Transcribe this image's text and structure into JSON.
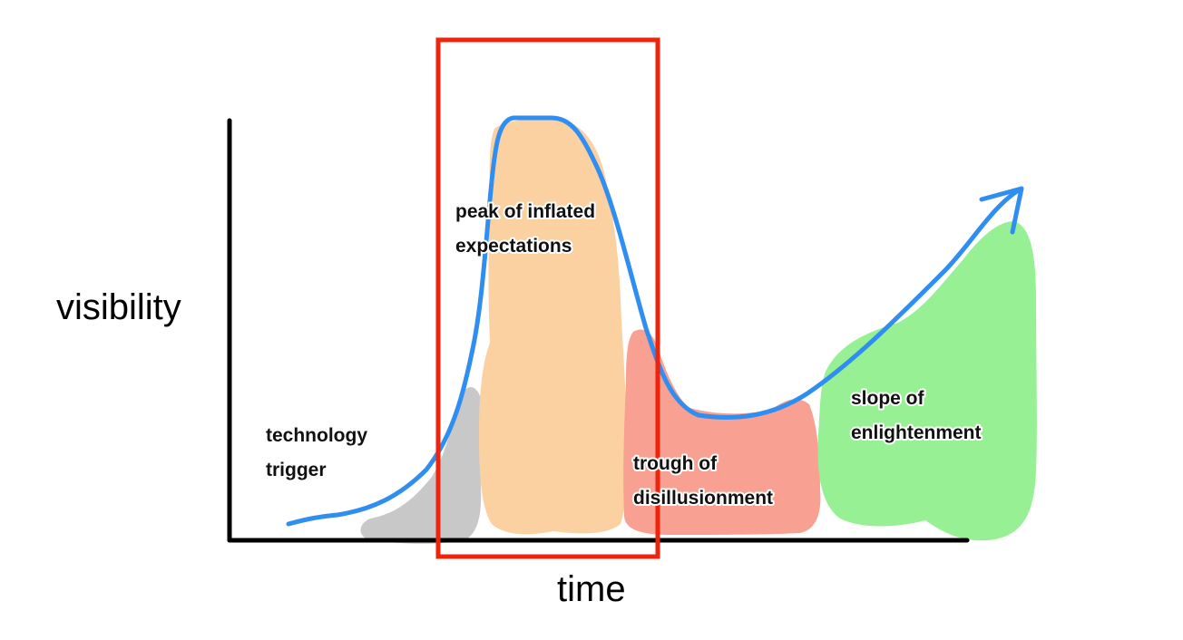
{
  "axes": {
    "x_label": "time",
    "y_label": "visibility"
  },
  "phases": [
    {
      "id": "technology-trigger",
      "lines": [
        "technology",
        "trigger"
      ],
      "color": "#c8c8c8"
    },
    {
      "id": "peak-of-inflated-expectations",
      "lines": [
        "peak of inflated",
        "expectations"
      ],
      "color": "#fbd1a2"
    },
    {
      "id": "trough-of-disillusionment",
      "lines": [
        "trough of",
        "disillusionment"
      ],
      "color": "#f8a193"
    },
    {
      "id": "slope-of-enlightenment",
      "lines": [
        "slope of",
        "enlightenment"
      ],
      "color": "#98f095"
    }
  ],
  "colors": {
    "curve": "#2f8ef0",
    "axes": "#000000",
    "highlight": "#f0230c"
  }
}
